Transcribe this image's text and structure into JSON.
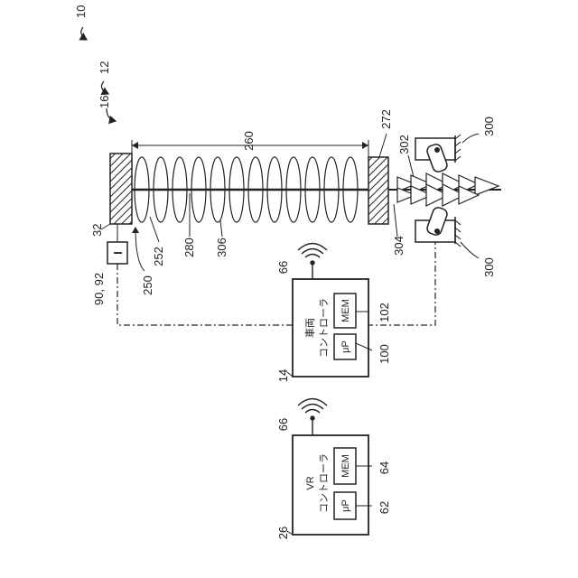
{
  "figure": {
    "ref_10": "10",
    "ref_12": "12",
    "ref_16": "16",
    "ref_32": "32",
    "ref_90_92": "90, 92",
    "sensor_symbol": "I",
    "ref_250": "250",
    "ref_252": "252",
    "ref_280": "280",
    "ref_306": "306",
    "ref_260": "260",
    "ref_272": "272",
    "ref_302": "302",
    "ref_304": "304",
    "ref_300_top": "300",
    "ref_300_bottom": "300"
  },
  "vehicle_controller": {
    "ref": "14",
    "antenna_ref": "66",
    "title_line1": "車両",
    "title_line2": "コントローラ",
    "processor_label": "μP",
    "processor_ref": "100",
    "memory_label": "MEM",
    "memory_ref": "102"
  },
  "vr_controller": {
    "ref": "26",
    "antenna_ref": "66",
    "title_line1": "VR",
    "title_line2": "コントローラ",
    "processor_label": "μP",
    "processor_ref": "62",
    "memory_label": "MEM",
    "memory_ref": "64"
  },
  "colors": {
    "ink": "#222222",
    "paper": "#ffffff"
  }
}
